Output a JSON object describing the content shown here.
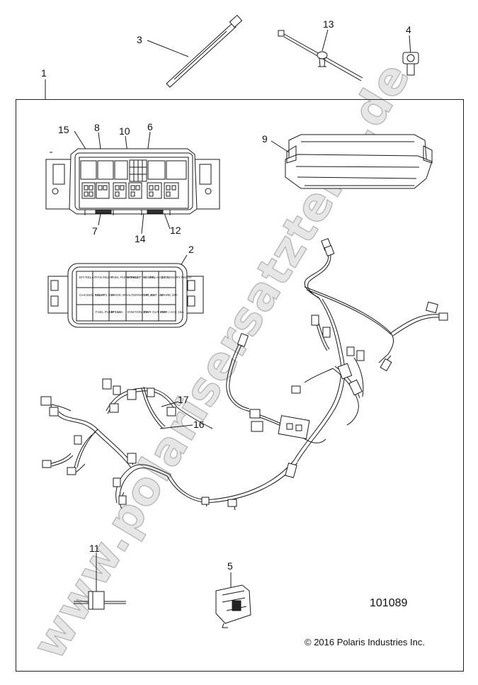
{
  "diagram": {
    "document_number": "101089",
    "copyright": "© 2016 Polaris Industries Inc.",
    "watermark": "www.polarisersatzteile.de",
    "callouts": [
      {
        "id": "c1",
        "label": "1"
      },
      {
        "id": "c2",
        "label": "2"
      },
      {
        "id": "c3",
        "label": "3"
      },
      {
        "id": "c4",
        "label": "4"
      },
      {
        "id": "c5",
        "label": "5"
      },
      {
        "id": "c6",
        "label": "6"
      },
      {
        "id": "c7",
        "label": "7"
      },
      {
        "id": "c8",
        "label": "8"
      },
      {
        "id": "c9",
        "label": "9"
      },
      {
        "id": "c10",
        "label": "10"
      },
      {
        "id": "c11",
        "label": "11"
      },
      {
        "id": "c12",
        "label": "12"
      },
      {
        "id": "c13",
        "label": "13"
      },
      {
        "id": "c14",
        "label": "14"
      },
      {
        "id": "c15",
        "label": "15"
      },
      {
        "id": "c16",
        "label": "16"
      },
      {
        "id": "c17",
        "label": "17"
      }
    ],
    "fuse_box_labels": [
      [
        "EFI RELAY",
        "FAN RELAY",
        "FUEL PUMP RELAY",
        "BRAKE / TAIL 20A",
        "EFI RELAY (EFT)",
        "ACCESSORY RELAY"
      ],
      [
        "CHASSIS RELAY",
        "LIGHTS 20A",
        "DRIVE 20A",
        "ALTERNATOR 20A",
        "EFI, EXT 10A",
        "SPARE 20A"
      ],
      [
        "",
        "FUEL PUMP 10A",
        "EFI 10A",
        "IGNITION 10A",
        "PWR OUT 10A",
        "PWR / ACC 10A"
      ]
    ]
  }
}
